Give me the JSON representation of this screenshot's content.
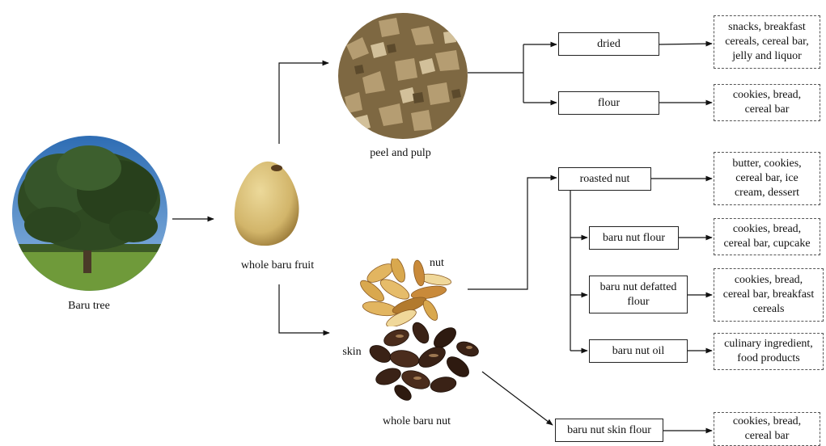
{
  "labels": {
    "baru_tree": "Baru tree",
    "whole_fruit": "whole baru fruit",
    "peel_pulp": "peel and pulp",
    "nut": "nut",
    "skin": "skin",
    "whole_nut": "whole baru nut"
  },
  "boxes": {
    "dried": "dried",
    "flour": "flour",
    "roasted_nut": "roasted nut",
    "nut_flour": "baru nut flour",
    "defatted_flour": "baru nut defatted\nflour",
    "nut_oil": "baru nut oil",
    "skin_flour": "baru nut skin flour"
  },
  "products": {
    "dried": "snacks, breakfast\ncereals, cereal bar,\njelly and liquor",
    "flour": "cookies, bread,\ncereal bar",
    "roasted_nut": "butter, cookies,\ncereal bar, ice\ncream, dessert",
    "nut_flour": "cookies, bread,\ncereal bar, cupcake",
    "defatted_flour": "cookies, bread,\ncereal bar, breakfast\ncereals",
    "nut_oil": "culinary ingredient,\nfood products",
    "skin_flour": "cookies, bread,\ncereal bar"
  },
  "icons": {
    "tree": "tree-photo",
    "fruit": "baru-fruit-photo",
    "peel": "peel-pulp-photo",
    "nuts": "baru-nut-photo",
    "skins": "nut-skin-photo"
  },
  "colors": {
    "sky": "#4a86c8",
    "foliage": "#2f4a22",
    "grass": "#6f9a3a",
    "fruit": "#d8c078",
    "pulp": "#9c8458",
    "nut": "#d9a84e",
    "skin": "#3a2216"
  }
}
